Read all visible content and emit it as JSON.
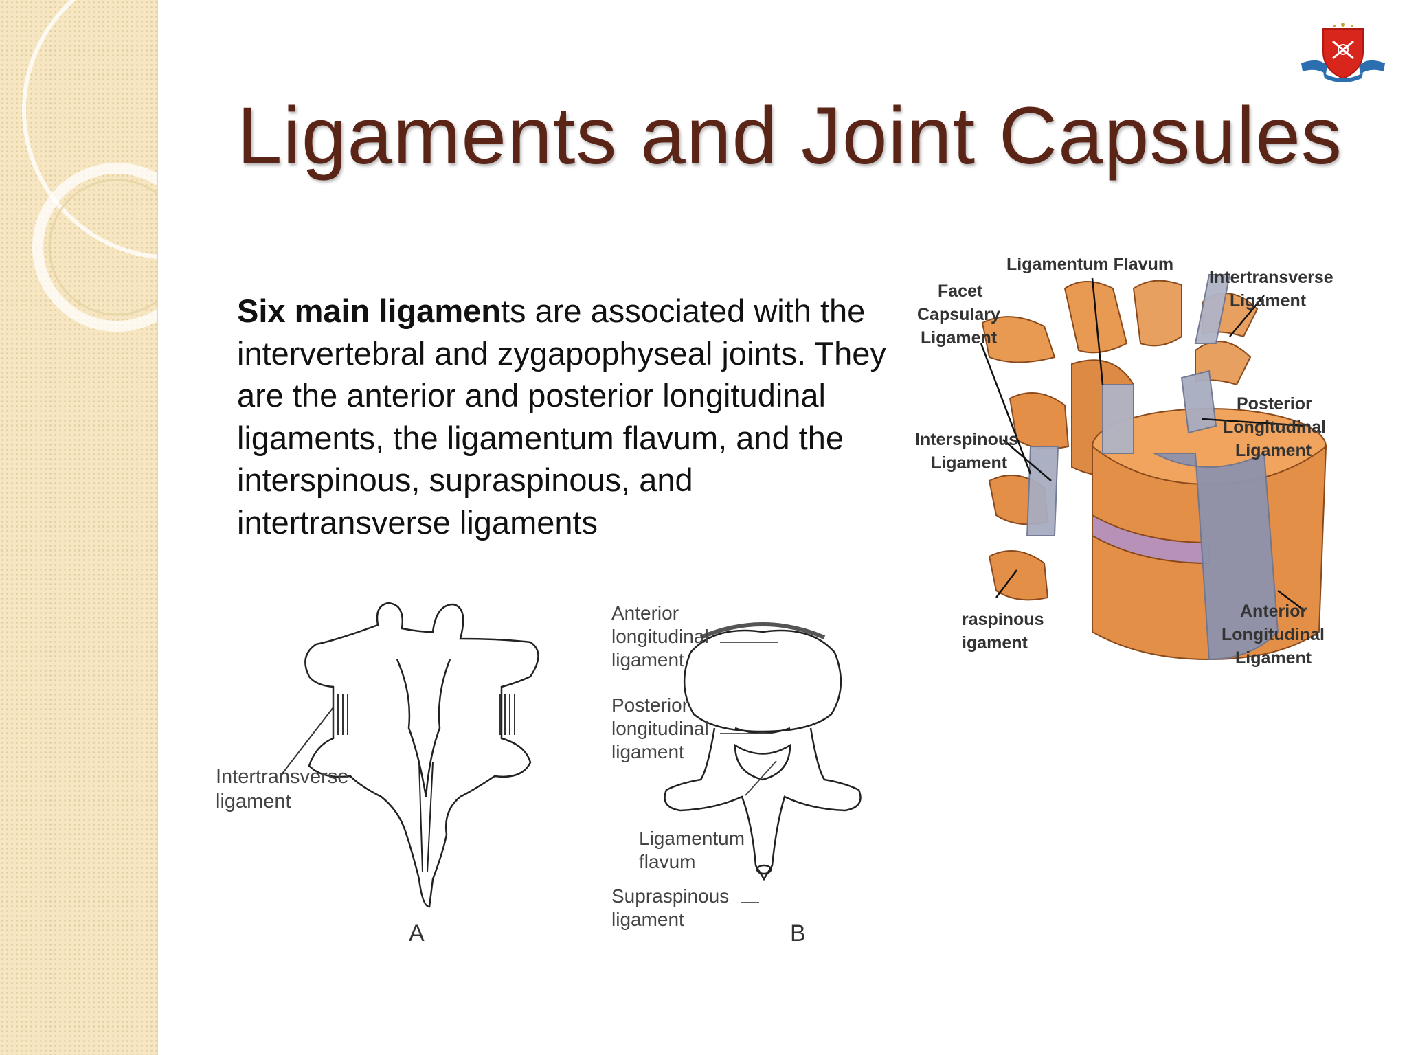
{
  "slide": {
    "title": "Ligaments and Joint Capsules",
    "body_bold": "Six main ligamen",
    "body_rest": "ts are associated with the intervertebral and zygapophyseal joints. They are the anterior and posterior longitudinal ligaments, the ligamentum flavum, and the interspinous, supraspinous, and intertransverse ligaments"
  },
  "figure_a": {
    "label_line1": "Intertransverse",
    "label_line2": "ligament",
    "caption": "A"
  },
  "figure_b": {
    "anterior_1": "Anterior",
    "anterior_2": "longitudinal",
    "anterior_3": "ligament",
    "posterior_1": "Posterior",
    "posterior_2": "longitudinal",
    "posterior_3": "ligament",
    "flavum_1": "Ligamentum",
    "flavum_2": "flavum",
    "supra_1": "Supraspinous",
    "supra_2": "ligament",
    "caption": "B"
  },
  "figure_c": {
    "flavum": "Ligamentum Flavum",
    "facet_1": "Facet",
    "facet_2": "Capsulary",
    "facet_3": "Ligament",
    "intertrans_1": "Intertransverse",
    "intertrans_2": "Ligament",
    "interspinous_1": "Interspinous",
    "interspinous_2": "Ligament",
    "posterior_1": "Posterior",
    "posterior_2": "Longitudinal",
    "posterior_3": "Ligament",
    "supraspinous_1": "raspinous",
    "supraspinous_2": "igament",
    "anterior_1": "Anterior",
    "anterior_2": "Longitudinal",
    "anterior_3": "Ligament"
  },
  "colors": {
    "title": "#5a2417",
    "sidebar": "#f6e7c2",
    "bone": "#e89a52",
    "ligament": "#9aa0b8"
  },
  "icons": [
    "university-crest-logo"
  ]
}
